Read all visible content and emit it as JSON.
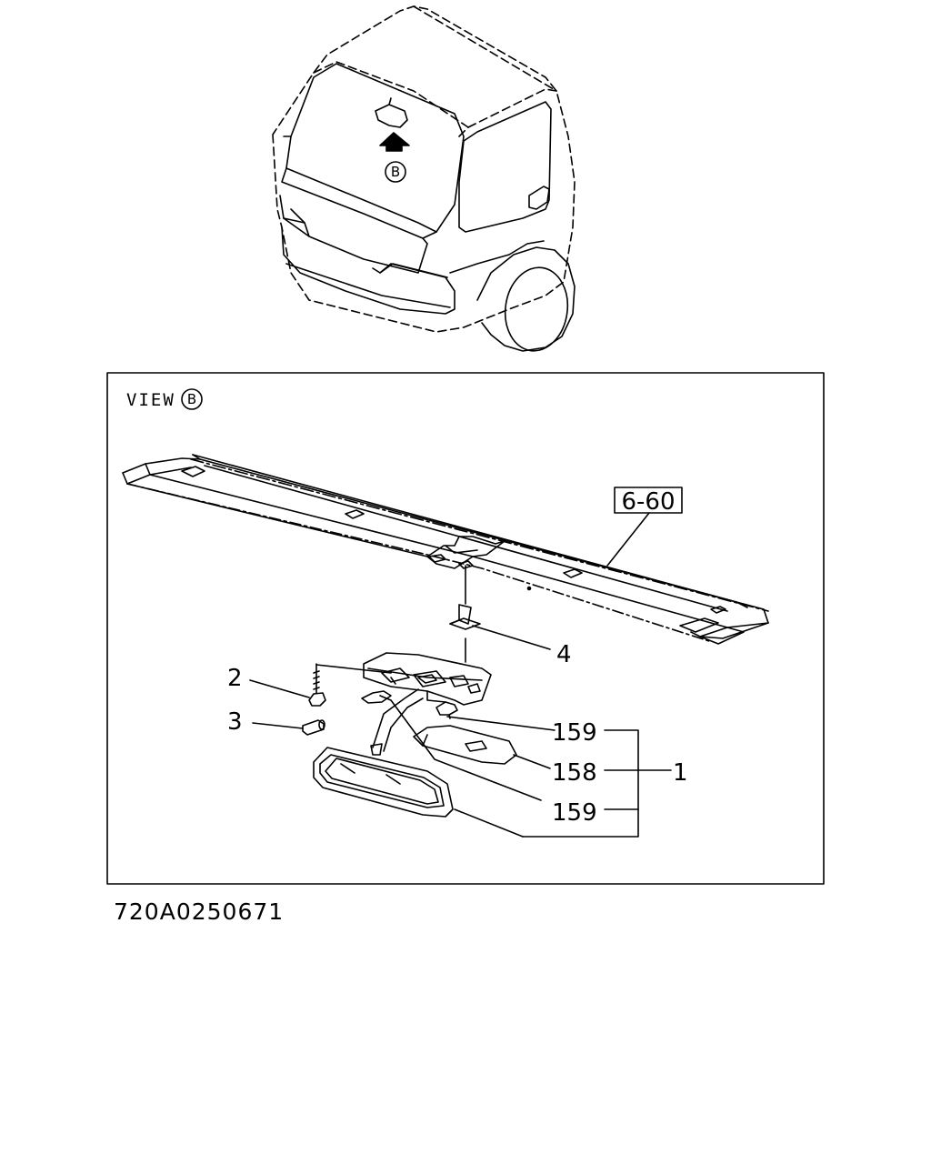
{
  "view_marker": "B",
  "view_label": "VIEW",
  "reference_box": "6-60",
  "callouts": {
    "c4": "4",
    "c2": "2",
    "c3": "3",
    "c159a": "159",
    "c158": "158",
    "c159b": "159",
    "c1": "1"
  },
  "drawing_code": "720A0250671",
  "colors": {
    "line": "#000000",
    "background": "#ffffff"
  }
}
